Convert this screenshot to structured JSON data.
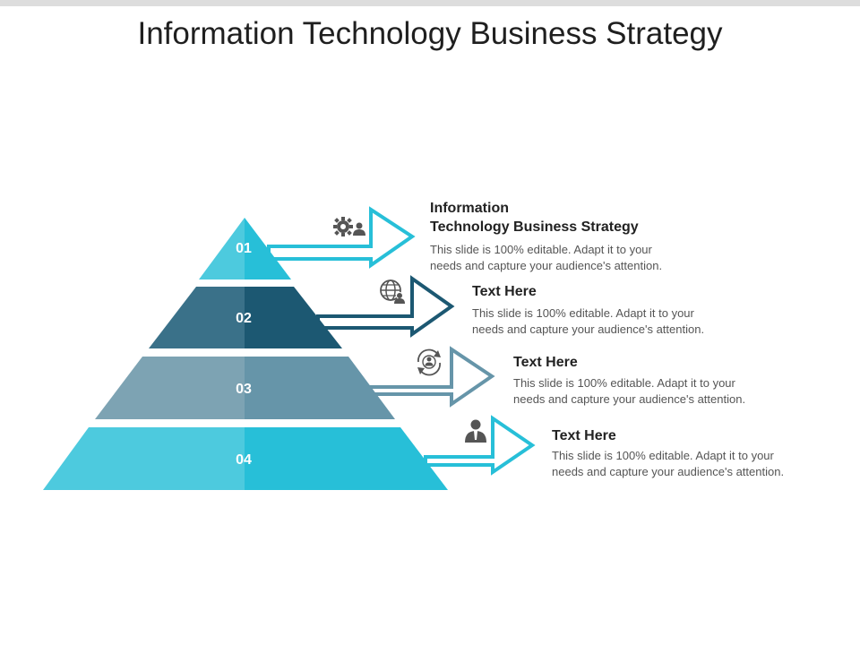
{
  "title": "Information Technology Business Strategy",
  "colors": {
    "level1": "#27bfd8",
    "level2": "#1c5872",
    "level3": "#6695a9",
    "level4": "#27bfd8"
  },
  "levels": [
    {
      "number": "01",
      "heading_line1": "Information",
      "heading_line2": "Technology Business Strategy",
      "text_line1": "This slide is 100% editable. Adapt it to your",
      "text_line2": "needs and capture your audience's attention.",
      "icon": "gear-user-icon"
    },
    {
      "number": "02",
      "heading_line1": "Text Here",
      "text_line1": "This slide is 100% editable. Adapt it to your",
      "text_line2": "needs and capture your audience's attention.",
      "icon": "globe-user-icon"
    },
    {
      "number": "03",
      "heading_line1": "Text Here",
      "text_line1": "This slide is 100% editable. Adapt it to your",
      "text_line2": "needs and capture your audience's attention.",
      "icon": "refresh-user-icon"
    },
    {
      "number": "04",
      "heading_line1": "Text Here",
      "text_line1": "This slide is 100% editable. Adapt it to your",
      "text_line2": "needs and capture your audience's attention.",
      "icon": "businessman-icon"
    }
  ]
}
